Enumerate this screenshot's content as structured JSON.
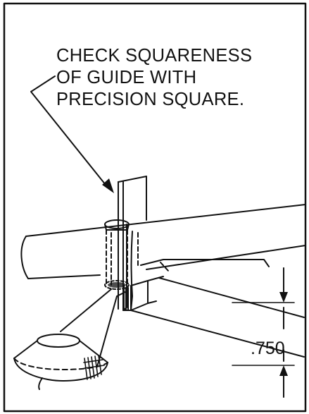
{
  "callout": {
    "line1": "CHECK SQUARENESS",
    "line2": "OF GUIDE WITH",
    "line3": "PRECISION SQUARE."
  },
  "dimension": {
    "value": ".750"
  }
}
